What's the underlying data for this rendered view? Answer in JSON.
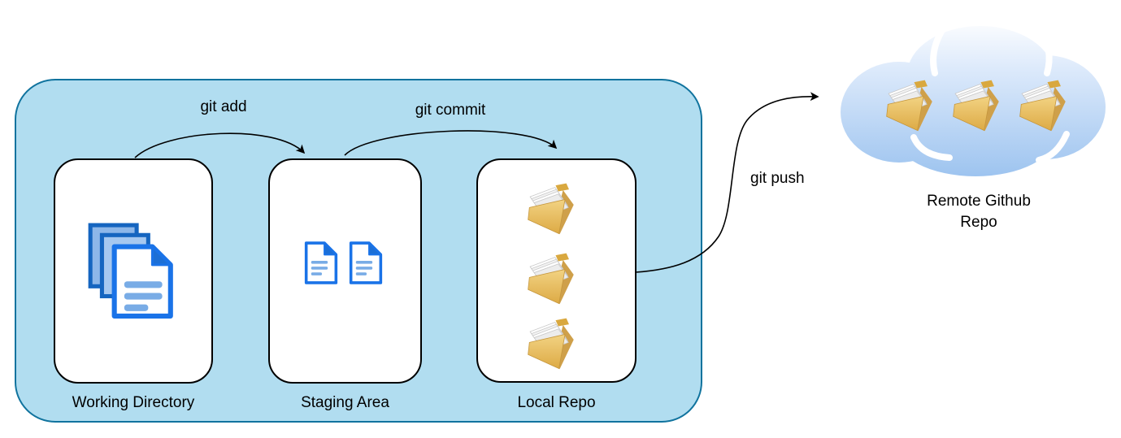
{
  "diagram": {
    "nodes": [
      {
        "id": "working-directory",
        "label": "Working Directory",
        "icon": "document-stack-icon",
        "icon_count": 1
      },
      {
        "id": "staging-area",
        "label": "Staging Area",
        "icon": "document-icon",
        "icon_count": 2
      },
      {
        "id": "local-repo",
        "label": "Local Repo",
        "icon": "folder-icon",
        "icon_count": 3
      },
      {
        "id": "remote-repo",
        "label": "Remote Github Repo",
        "icon": "folder-icon",
        "icon_count": 3,
        "shape": "cloud"
      }
    ],
    "edges": [
      {
        "id": "git-add",
        "label": "git add",
        "from": "working-directory",
        "to": "staging-area"
      },
      {
        "id": "git-commit",
        "label": "git commit",
        "from": "staging-area",
        "to": "local-repo"
      },
      {
        "id": "git-push",
        "label": "git push",
        "from": "local-repo",
        "to": "remote-repo"
      }
    ],
    "colors": {
      "container_fill": "#b1ddf0",
      "container_stroke": "#10739e",
      "node_fill": "#ffffff",
      "node_stroke": "#000000",
      "arrow": "#000000",
      "document_blue": "#1a73e8",
      "document_line_blue": "#79ace6",
      "folder_gold": "#e8c066",
      "cloud_gradient_top": "#ffffff",
      "cloud_gradient_bottom": "#9cc3ef"
    }
  }
}
